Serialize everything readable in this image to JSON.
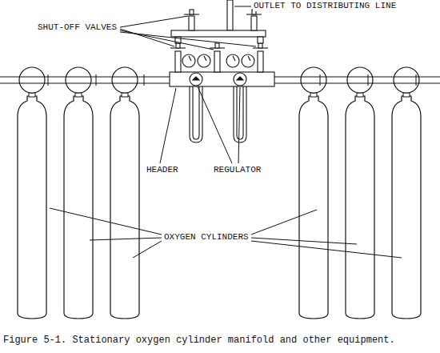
{
  "diagram": {
    "caption": "Figure 5-1. Stationary oxygen cylinder manifold and other equipment.",
    "labels": [
      "OUTLET TO DISTRIBUTING LINE",
      "SHUT-OFF VALVES",
      "HEADER",
      "REGULATOR",
      "OXYGEN CYLINDERS"
    ]
  }
}
